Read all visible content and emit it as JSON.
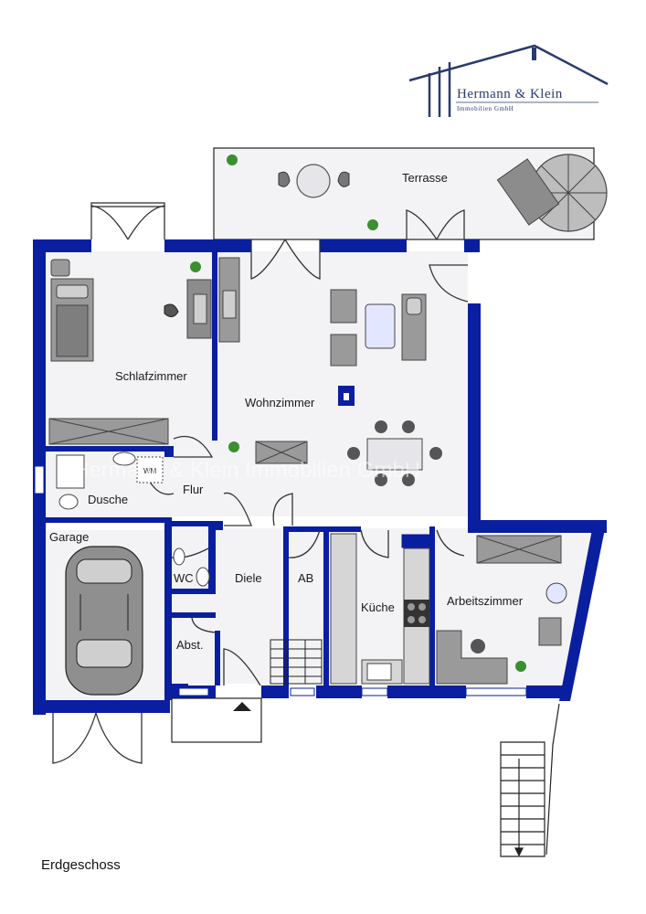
{
  "logo": {
    "name": "Hermann & Klein",
    "subtitle": "Immobilien GmbH"
  },
  "watermark": "Hermann & Klein Immobilien GmbH",
  "rooms": {
    "terrasse": "Terrasse",
    "schlafzimmer": "Schlafzimmer",
    "wohnzimmer": "Wohnzimmer",
    "flur": "Flur",
    "dusche": "Dusche",
    "garage": "Garage",
    "wc": "WC",
    "diele": "Diele",
    "ab": "AB",
    "kueche": "Küche",
    "arbeitszimmer": "Arbeitszimmer",
    "abst": "Abst."
  },
  "appliance": {
    "washer": "WM"
  },
  "floor_label": "Erdgeschoss",
  "colors": {
    "wall": "#0a1ea0",
    "floor": "#f3f3f6",
    "furniture": "#9a9a9a",
    "furniture_dark": "#555555",
    "accent_table": "#e3e6ff"
  }
}
